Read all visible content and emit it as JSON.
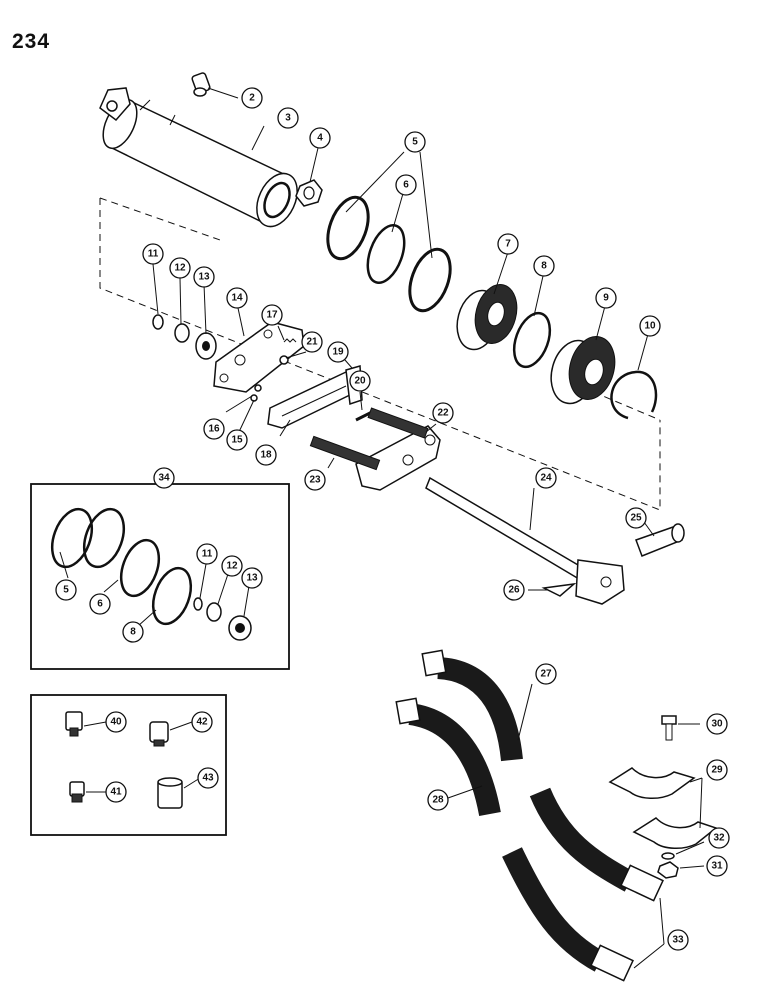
{
  "page_number": "234",
  "callouts": [
    {
      "id": "c2",
      "label": "2"
    },
    {
      "id": "c3",
      "label": "3"
    },
    {
      "id": "c4",
      "label": "4"
    },
    {
      "id": "c5",
      "label": "5"
    },
    {
      "id": "c6",
      "label": "6"
    },
    {
      "id": "c7",
      "label": "7"
    },
    {
      "id": "c8",
      "label": "8"
    },
    {
      "id": "c9",
      "label": "9"
    },
    {
      "id": "c10",
      "label": "10"
    },
    {
      "id": "c11",
      "label": "11"
    },
    {
      "id": "c12",
      "label": "12"
    },
    {
      "id": "c13",
      "label": "13"
    },
    {
      "id": "c14",
      "label": "14"
    },
    {
      "id": "c15",
      "label": "15"
    },
    {
      "id": "c16",
      "label": "16"
    },
    {
      "id": "c17",
      "label": "17"
    },
    {
      "id": "c18",
      "label": "18"
    },
    {
      "id": "c19",
      "label": "19"
    },
    {
      "id": "c20",
      "label": "20"
    },
    {
      "id": "c21",
      "label": "21"
    },
    {
      "id": "c22",
      "label": "22"
    },
    {
      "id": "c23",
      "label": "23"
    },
    {
      "id": "c24",
      "label": "24"
    },
    {
      "id": "c25",
      "label": "25"
    },
    {
      "id": "c26",
      "label": "26"
    },
    {
      "id": "c27",
      "label": "27"
    },
    {
      "id": "c28",
      "label": "28"
    },
    {
      "id": "c29",
      "label": "29"
    },
    {
      "id": "c30",
      "label": "30"
    },
    {
      "id": "c31",
      "label": "31"
    },
    {
      "id": "c32",
      "label": "32"
    },
    {
      "id": "c33",
      "label": "33"
    },
    {
      "id": "c34",
      "label": "34"
    },
    {
      "id": "k5",
      "label": "5"
    },
    {
      "id": "k6",
      "label": "6"
    },
    {
      "id": "k8",
      "label": "8"
    },
    {
      "id": "k11",
      "label": "11"
    },
    {
      "id": "k12",
      "label": "12"
    },
    {
      "id": "k13",
      "label": "13"
    },
    {
      "id": "c40",
      "label": "40"
    },
    {
      "id": "c41",
      "label": "41"
    },
    {
      "id": "c42",
      "label": "42"
    },
    {
      "id": "c43",
      "label": "43"
    }
  ]
}
